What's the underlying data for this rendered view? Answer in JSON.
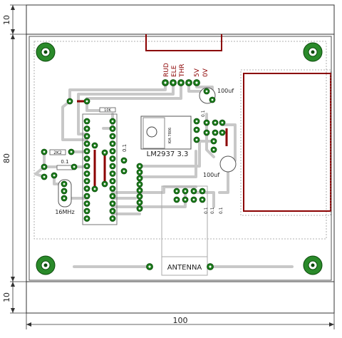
{
  "dimensions": {
    "top_margin": "10",
    "height": "80",
    "bottom_margin": "10",
    "width": "100"
  },
  "board": {
    "header_labels": [
      "RUD",
      "ELE",
      "THR",
      "5V",
      "0V"
    ],
    "regulator_label": "LM2937 3.3",
    "regulator_body_text": "KIA 7806",
    "cap_top": "100uf",
    "cap_bottom": "100uf",
    "crystal_label": "16MHz",
    "resistor_2k2": "2K2",
    "resistor_10k": "10K",
    "cap_01_a": "0.1",
    "cap_01_b": "0.1",
    "cap_01_c": "0.1",
    "cap_01_d": "0.1",
    "cap_01_e": "0.1",
    "cap_01_f": "0.1",
    "antenna_label": "ANTENNA"
  },
  "colors": {
    "trace": "#c8c8c8",
    "pad": "#1a7a1a",
    "pad_ring": "#0a4a0a",
    "header_red": "#8b0000",
    "outline": "#333333"
  }
}
